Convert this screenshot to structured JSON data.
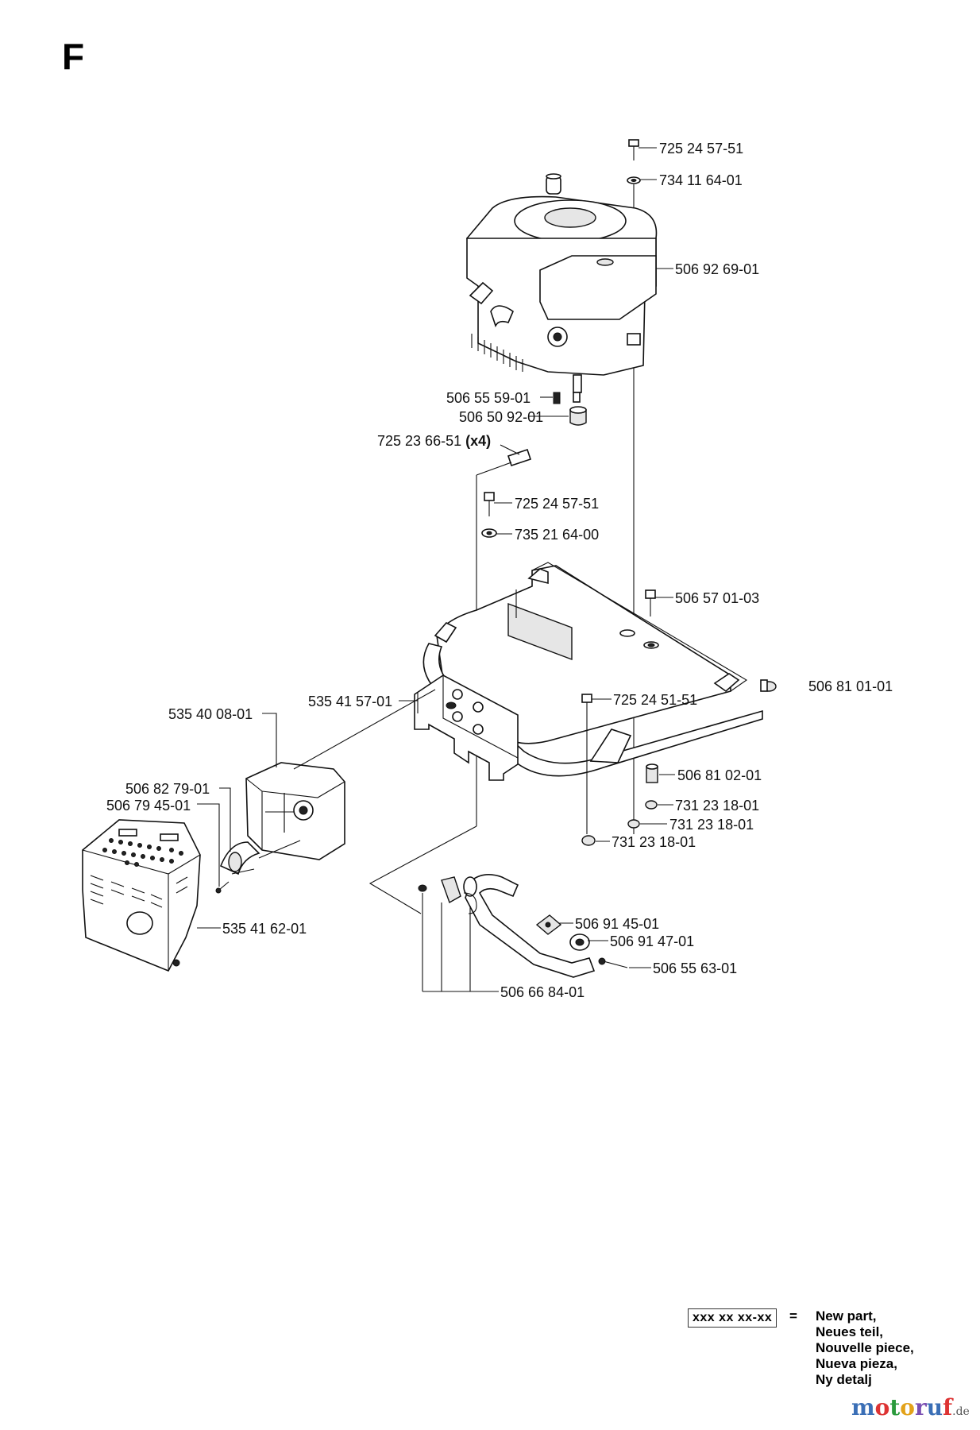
{
  "page_letter": "F",
  "parts": [
    {
      "id": "p1",
      "number": "725 24 57-51"
    },
    {
      "id": "p2",
      "number": "734 11 64-01"
    },
    {
      "id": "p3",
      "number": "506 92 69-01"
    },
    {
      "id": "p4",
      "number": "506 55 59-01"
    },
    {
      "id": "p5",
      "number": "506 50 92-01"
    },
    {
      "id": "p6",
      "number": "725 23 66-51",
      "qty": "(x4)"
    },
    {
      "id": "p7",
      "number": "725 24 57-51"
    },
    {
      "id": "p8",
      "number": "735 21 64-00"
    },
    {
      "id": "p9",
      "number": "506 57 01-03"
    },
    {
      "id": "p10",
      "number": "506 81 01-01"
    },
    {
      "id": "p11",
      "number": "535 41 57-01"
    },
    {
      "id": "p12",
      "number": "725 24 51-51"
    },
    {
      "id": "p13",
      "number": "535 40 08-01"
    },
    {
      "id": "p14",
      "number": "506 81 02-01"
    },
    {
      "id": "p15",
      "number": "506 82 79-01"
    },
    {
      "id": "p16",
      "number": "506 79 45-01"
    },
    {
      "id": "p17",
      "number": "731 23 18-01"
    },
    {
      "id": "p18",
      "number": "731 23 18-01"
    },
    {
      "id": "p19",
      "number": "731 23 18-01"
    },
    {
      "id": "p20",
      "number": "506 91 45-01"
    },
    {
      "id": "p21",
      "number": "535 41 62-01"
    },
    {
      "id": "p22",
      "number": "506 91 47-01"
    },
    {
      "id": "p23",
      "number": "506 55 63-01"
    },
    {
      "id": "p24",
      "number": "506 66 84-01"
    }
  ],
  "legend": {
    "placeholder": "xxx xx xx-xx",
    "equals": "=",
    "lines": [
      "New part,",
      "Neues teil,",
      "Nouvelle piece,",
      "Nueva pieza,",
      "Ny detalj"
    ]
  },
  "watermark": {
    "letters": [
      "m",
      "o",
      "t",
      "o",
      "r",
      "u",
      "f"
    ],
    "tld": ".de"
  }
}
